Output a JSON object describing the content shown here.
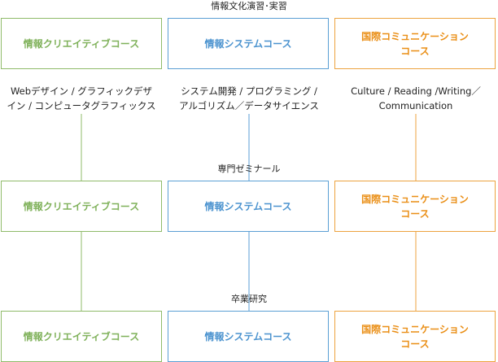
{
  "sections": {
    "practice_title": "情報文化演習･実習",
    "seminar_title": "専門ゼミナール",
    "thesis_title": "卒業研究"
  },
  "courses": {
    "creative": "情報クリエイティブコース",
    "system": "情報システムコース",
    "intl_line1": "国際コミュニケーション",
    "intl_line2": "コース"
  },
  "descriptions": {
    "creative_line1": "Webデザイン / グラフィックデザ",
    "creative_line2": "イン / コンピュータグラフィックス",
    "system_line1": "システム開発 / プログラミング /",
    "system_line2": "アルゴリズム／データサイエンス",
    "intl_line1": "Culture / Reading /Writing／",
    "intl_line2": "Communication"
  },
  "colors": {
    "creative": "#7fb15a",
    "system": "#4b93cf",
    "international": "#ea8f17"
  }
}
